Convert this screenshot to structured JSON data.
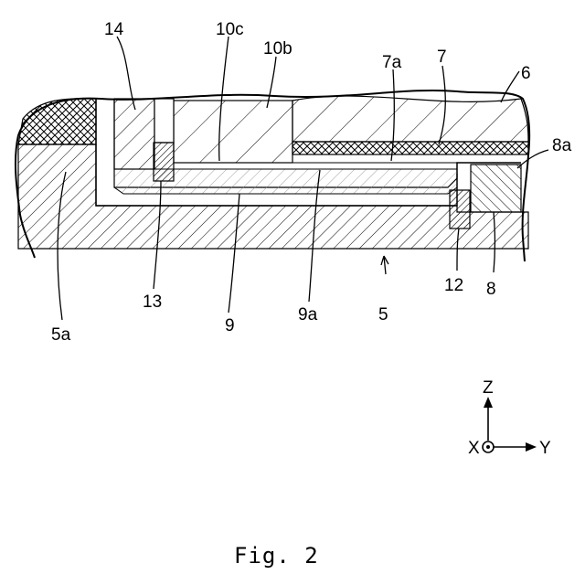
{
  "labels": {
    "l14": "14",
    "l10c": "10c",
    "l10b": "10b",
    "l7a": "7a",
    "l7": "7",
    "l6": "6",
    "l8a": "8a",
    "l5a": "5a",
    "l13": "13",
    "l9": "9",
    "l9a": "9a",
    "l5": "5",
    "l12": "12",
    "l8": "8"
  },
  "axes": {
    "z": "Z",
    "x": "X",
    "y": "Y"
  },
  "caption": "Fig. 2"
}
